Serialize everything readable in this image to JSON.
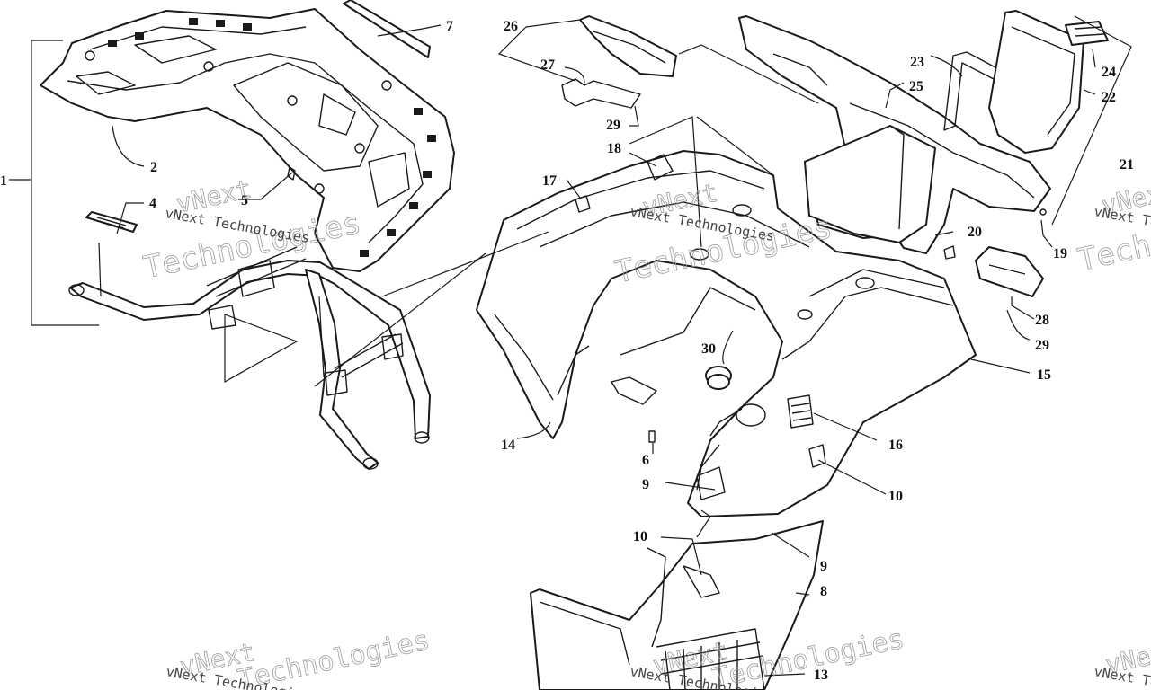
{
  "watermark": {
    "brand": "vNext",
    "line": "vNext Technologies",
    "big": "Technologies"
  },
  "callouts": {
    "c1": "1",
    "c2": "2",
    "c4": "4",
    "c5": "5",
    "c6": "6",
    "c7": "7",
    "c8": "8",
    "c9a": "9",
    "c9b": "9",
    "c10a": "10",
    "c10b": "10",
    "c13": "13",
    "c14": "14",
    "c15": "15",
    "c16": "16",
    "c17": "17",
    "c18": "18",
    "c19": "19",
    "c20": "20",
    "c21": "21",
    "c22": "22",
    "c23": "23",
    "c24": "24",
    "c25": "25",
    "c26": "26",
    "c27": "27",
    "c28": "28",
    "c29a": "29",
    "c29b": "29",
    "c30": "30"
  }
}
